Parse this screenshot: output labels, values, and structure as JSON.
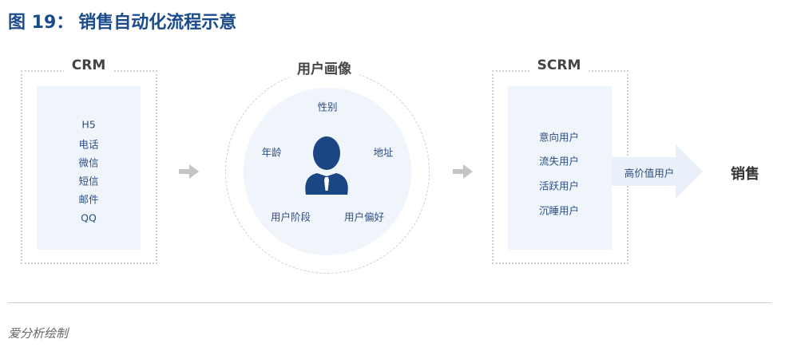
{
  "title": {
    "figure_number": "图 19：",
    "text": "销售自动化流程示意"
  },
  "crm": {
    "label": "CRM",
    "items": [
      "H5",
      "电话",
      "微信",
      "短信",
      "邮件",
      "QQ"
    ]
  },
  "profile": {
    "label": "用户画像",
    "attributes": {
      "gender": "性别",
      "age": "年龄",
      "address": "地址",
      "stage": "用户阶段",
      "preference": "用户偏好"
    }
  },
  "scrm": {
    "label": "SCRM",
    "items": [
      "意向用户",
      "流失用户",
      "活跃用户",
      "沉睡用户"
    ]
  },
  "flow": {
    "high_value_label": "高价值用户",
    "destination": "销售"
  },
  "source": "爱分析绘制",
  "colors": {
    "accent": "#1c4b8c",
    "panel": "#f0f5fc",
    "arrow": "#c4c4c4",
    "text_blue": "#2c4f82"
  }
}
